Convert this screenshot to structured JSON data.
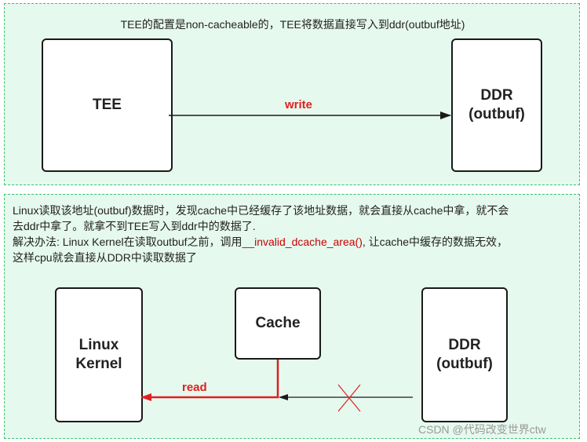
{
  "top": {
    "caption": "TEE的配置是non-cacheable的，TEE将数据直接写入到ddr(outbuf地址)",
    "tee_box": "TEE",
    "ddr_box_line1": "DDR",
    "ddr_box_line2": "(outbuf)",
    "write_label": "write"
  },
  "bottom": {
    "caption_line1": "Linux读取该地址(outbuf)数据时，发现cache中已经缓存了该地址数据，就会直接从cache中拿，就不会",
    "caption_line2": "去ddr中拿了。就拿不到TEE写入到ddr中的数据了.",
    "caption_line3_a": "解决办法: Linux Kernel在读取outbuf之前，调用",
    "caption_line3_fn": "__invalid_dcache_area()",
    "caption_line3_b": ", 让cache中缓存的数据无效，",
    "caption_line4": "这样cpu就会直接从DDR中读取数据了",
    "linux_line1": "Linux",
    "linux_line2": "Kernel",
    "cache_box": "Cache",
    "ddr_box_line1": "DDR",
    "ddr_box_line2": "(outbuf)",
    "read_label": "read"
  },
  "watermark": "CSDN @代码改变世界ctw",
  "colors": {
    "panel_bg": "#e6f9ee",
    "panel_border": "#39c46a",
    "accent_red": "#e02020",
    "line_dark": "#1a1a1a"
  }
}
